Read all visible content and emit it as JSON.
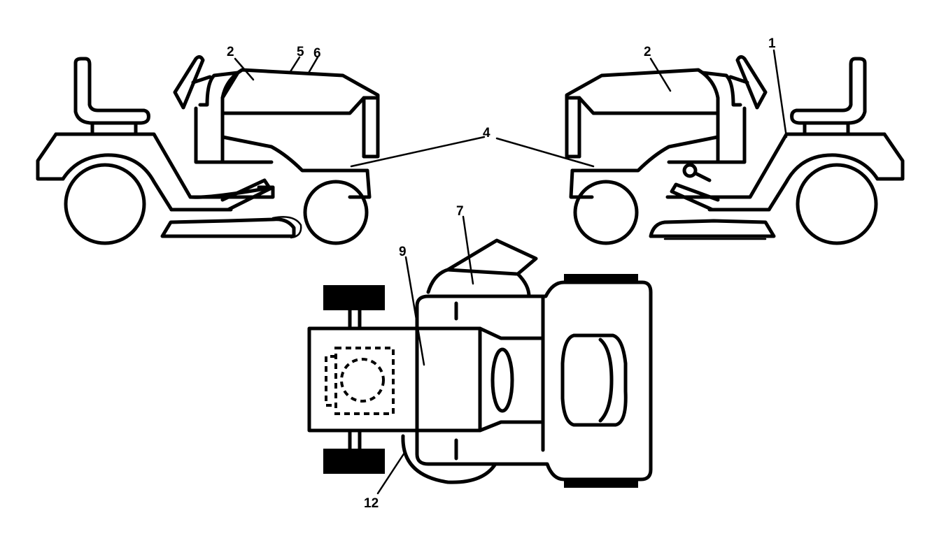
{
  "diagram": {
    "views": [
      "left-side-view",
      "right-side-view",
      "top-view"
    ],
    "callouts": [
      {
        "id": "c1",
        "label": "1"
      },
      {
        "id": "c2a",
        "label": "2"
      },
      {
        "id": "c2b",
        "label": "2"
      },
      {
        "id": "c4",
        "label": "4"
      },
      {
        "id": "c5",
        "label": "5"
      },
      {
        "id": "c6",
        "label": "6"
      },
      {
        "id": "c7",
        "label": "7"
      },
      {
        "id": "c9",
        "label": "9"
      },
      {
        "id": "c12",
        "label": "12"
      }
    ]
  }
}
